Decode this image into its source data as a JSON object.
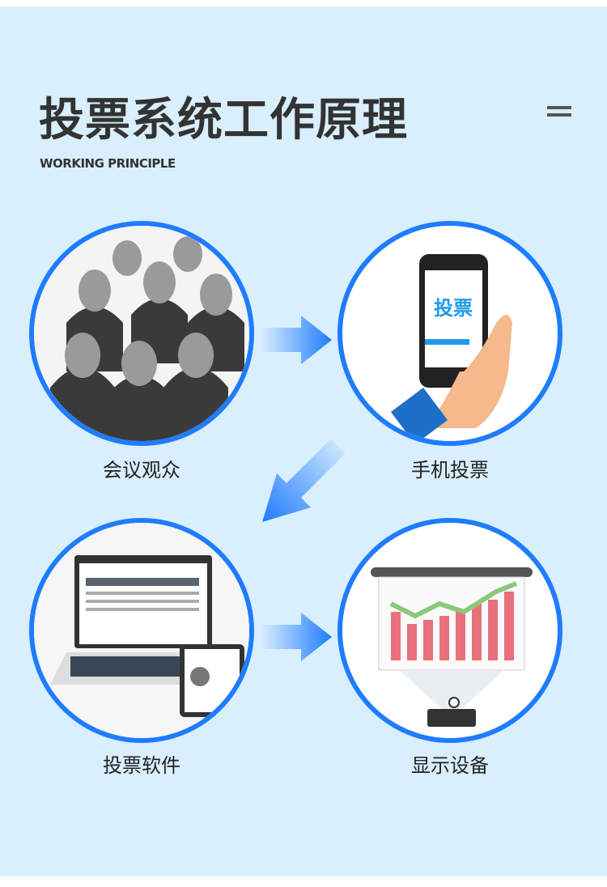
{
  "header": {
    "title": "投票系统工作原理",
    "subtitle": "WORKING PRINCIPLE"
  },
  "steps": [
    {
      "label": "会议观众",
      "icon": "audience-illustration"
    },
    {
      "label": "手机投票",
      "icon": "phone-vote-illustration",
      "screen_text": "投票"
    },
    {
      "label": "投票软件",
      "icon": "software-illustration"
    },
    {
      "label": "显示设备",
      "icon": "projector-illustration"
    }
  ],
  "colors": {
    "background": "#d9effd",
    "accent": "#1f7cff",
    "text": "#333333"
  }
}
